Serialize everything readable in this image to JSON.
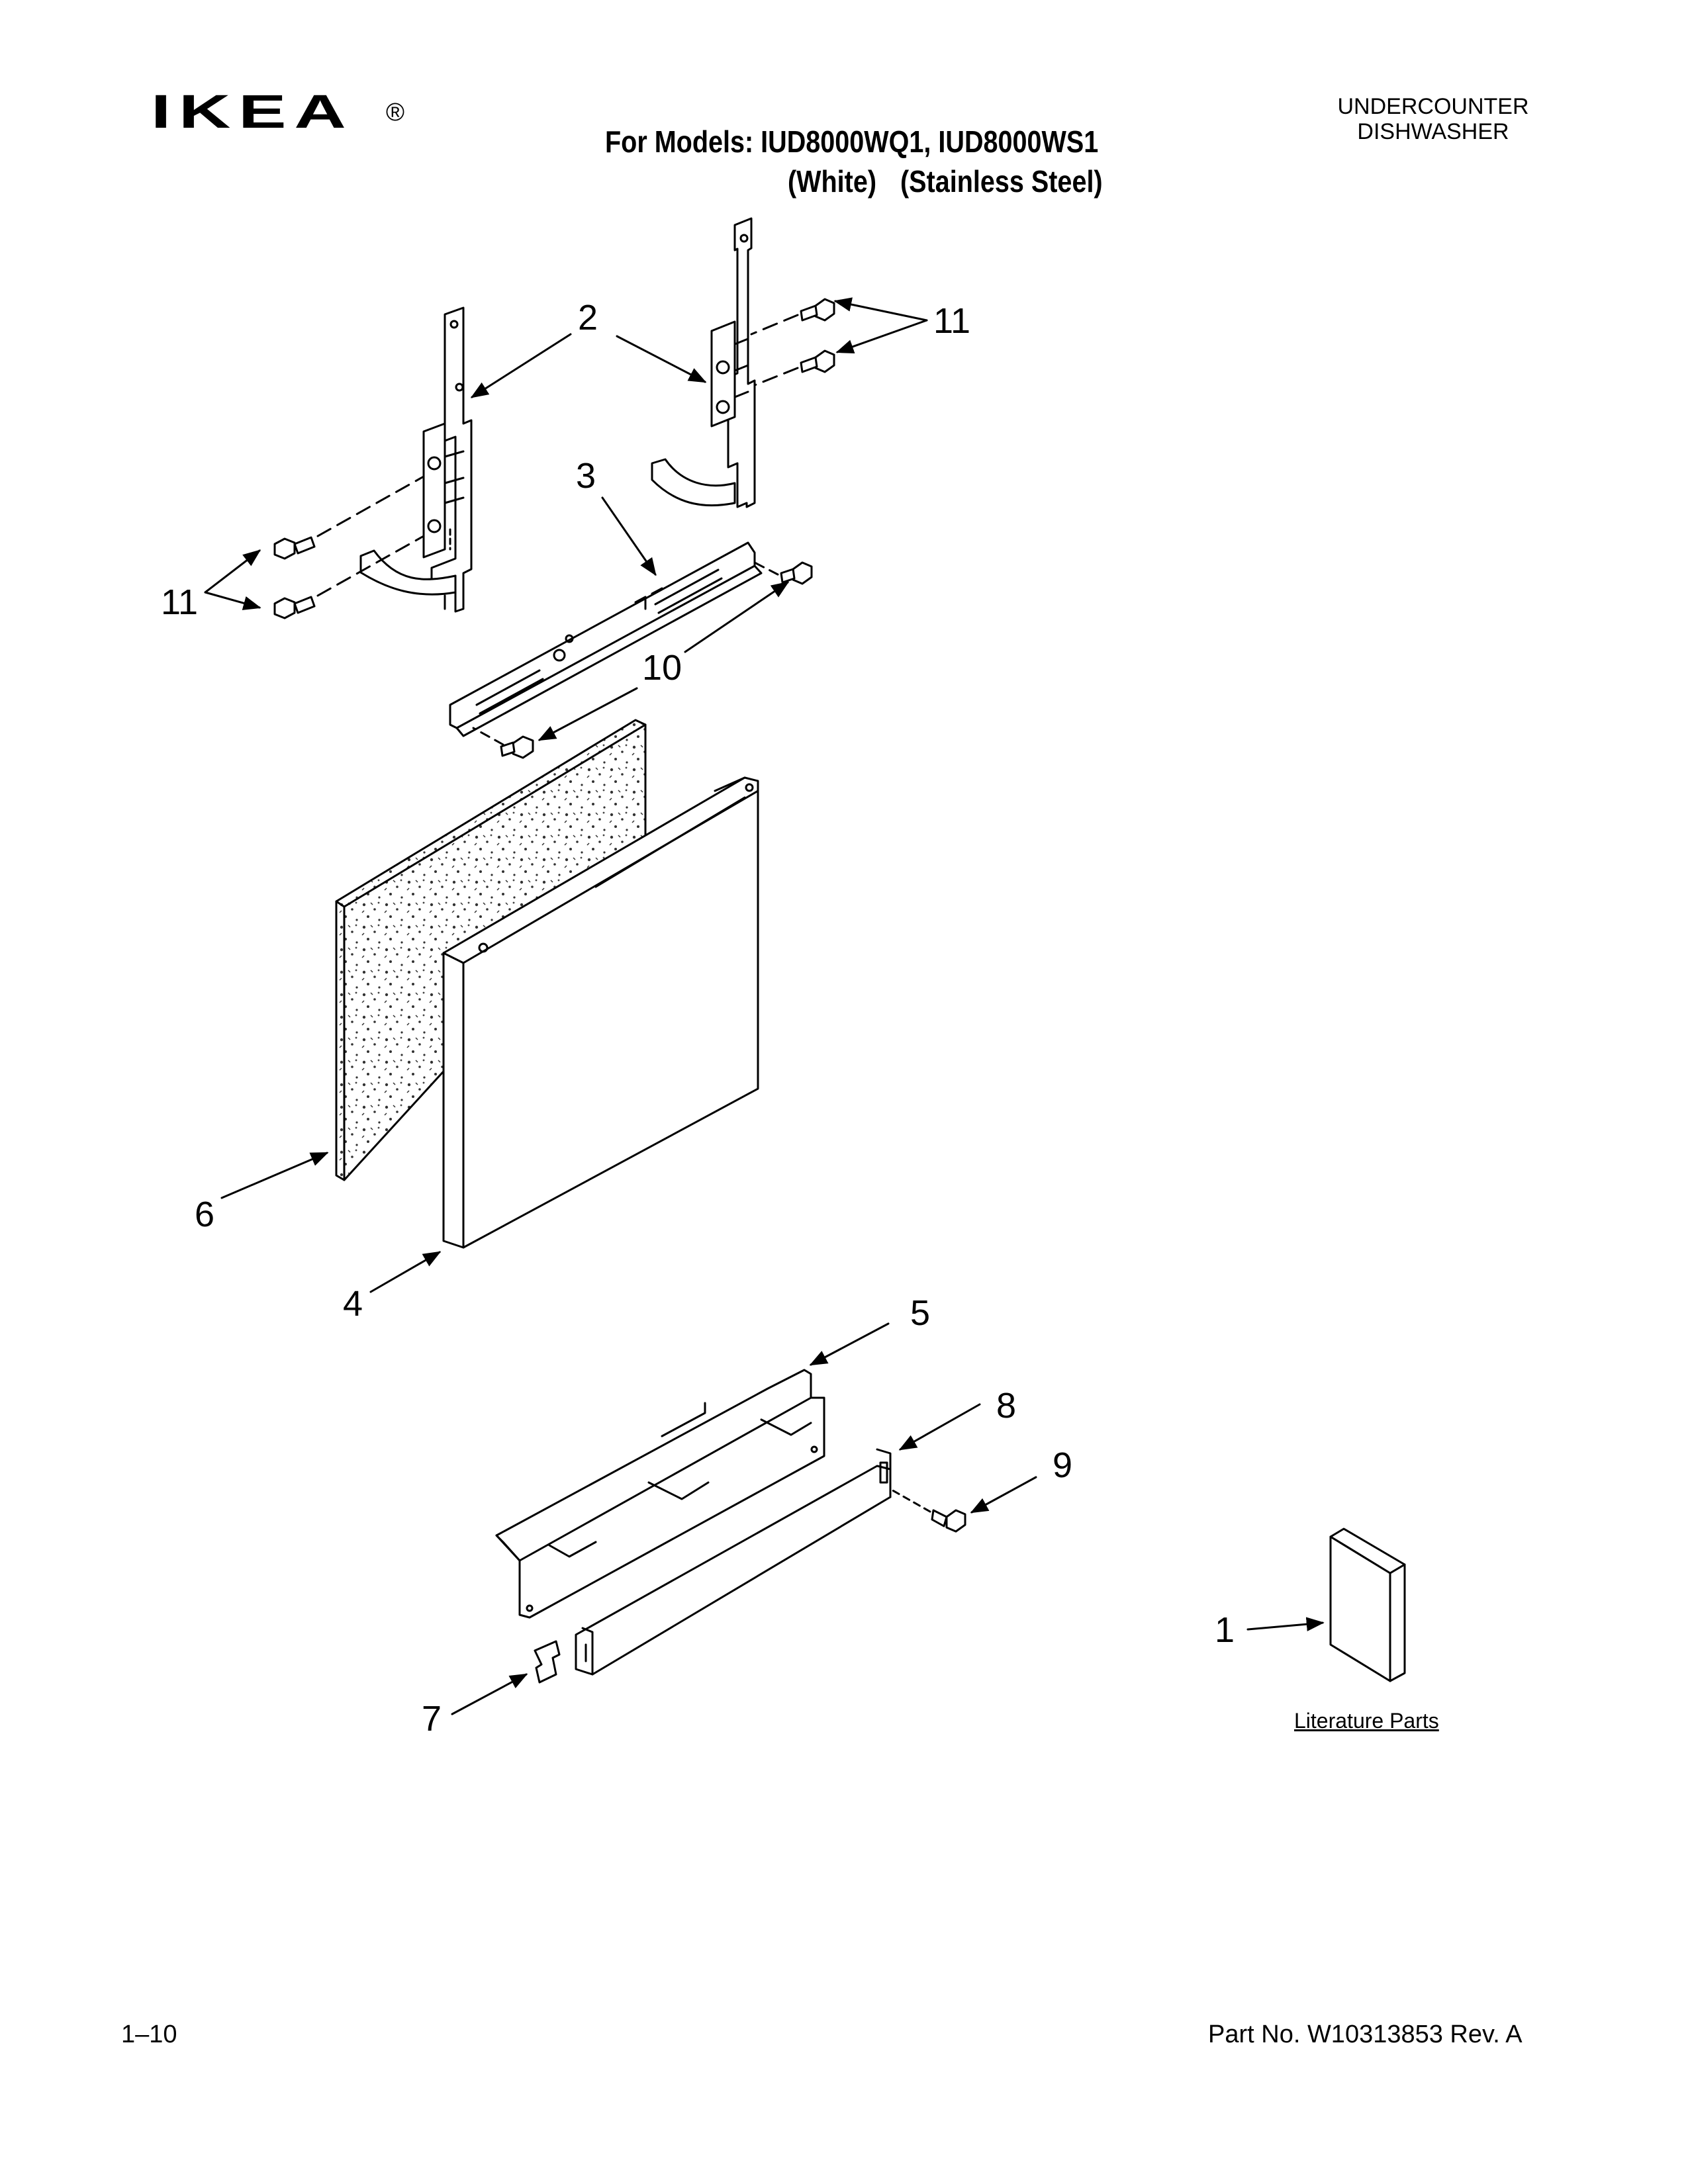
{
  "header": {
    "brand": "IKEA",
    "registered_mark": "®",
    "models_line": "For Models: IUD8000WQ1, IUD8000WS1",
    "finish_white": "(White)",
    "finish_stainless": "(Stainless Steel)",
    "product_line1": "UNDERCOUNTER",
    "product_line2": "DISHWASHER"
  },
  "callouts": {
    "c1": "1",
    "c2": "2",
    "c3": "3",
    "c4": "4",
    "c5": "5",
    "c6": "6",
    "c7": "7",
    "c8": "8",
    "c9": "9",
    "c10": "10",
    "c11_top": "11",
    "c11_left": "11"
  },
  "literature": {
    "label": "Literature Parts"
  },
  "footer": {
    "page_number": "1–10",
    "part_number": "Part No. W10313853 Rev. A"
  }
}
